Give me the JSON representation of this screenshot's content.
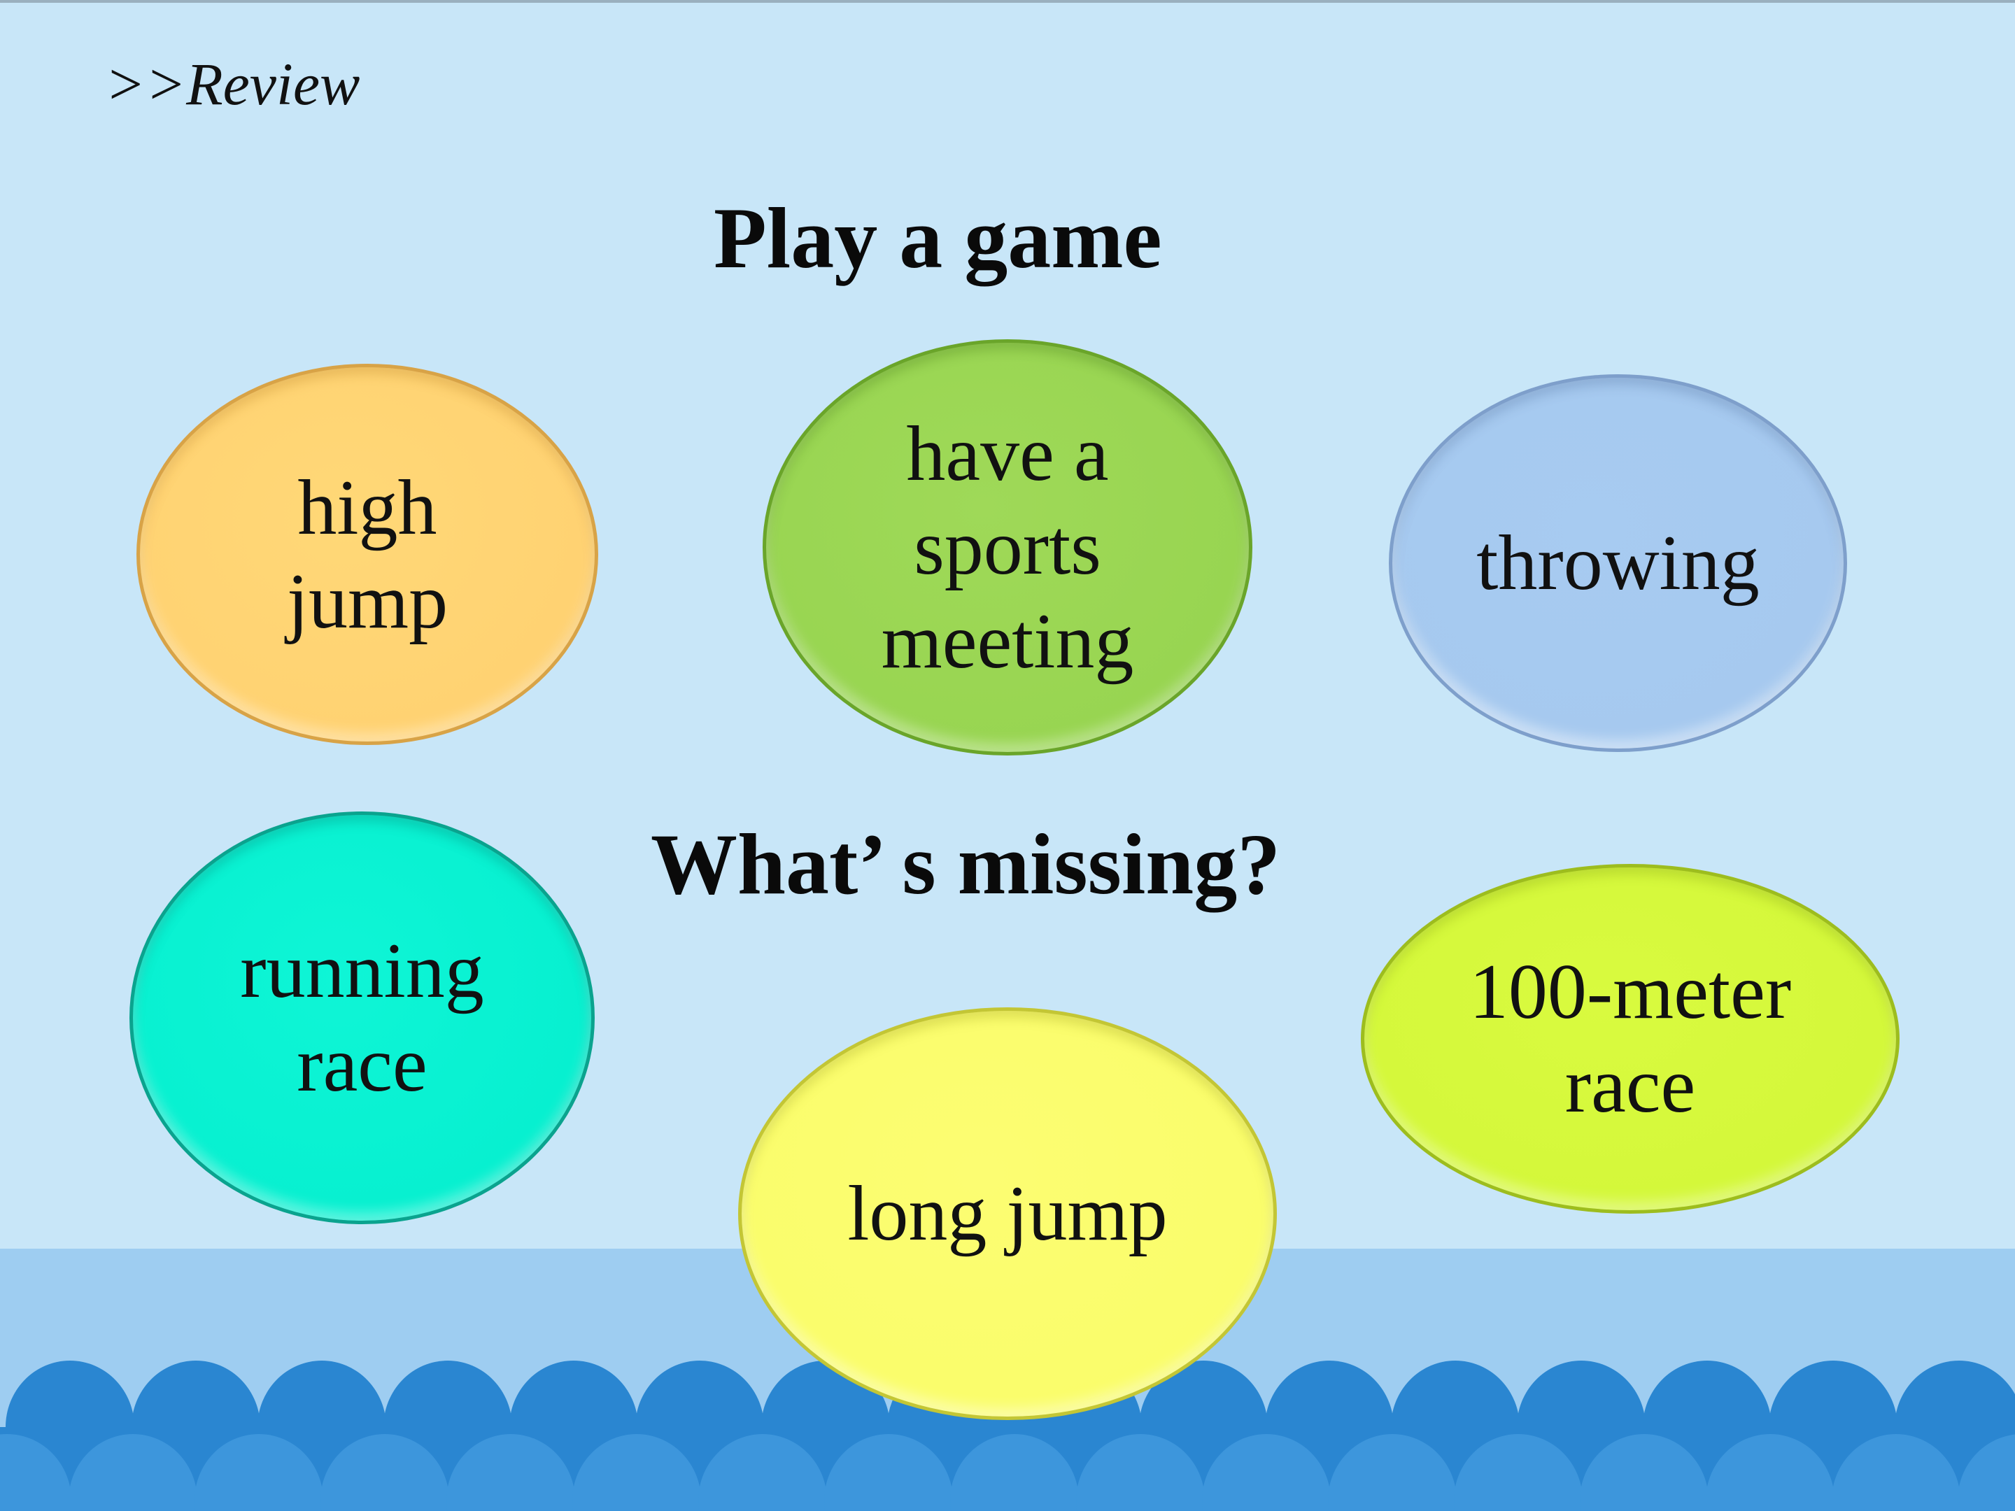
{
  "slide": {
    "section_label": ">>Review",
    "title": "Play a game",
    "question": "What’ s missing?"
  },
  "bubbles": [
    {
      "id": "high-jump",
      "text": "high\njump",
      "color": "#ffd272"
    },
    {
      "id": "sports-meeting",
      "text": "have a\nsports\nmeeting",
      "color": "#98d551"
    },
    {
      "id": "throwing",
      "text": "throwing",
      "color": "#a6c9ef"
    },
    {
      "id": "running-race",
      "text": "running\nrace",
      "color": "#07f0d0"
    },
    {
      "id": "long-jump",
      "text": "long jump",
      "color": "#fafd6b"
    },
    {
      "id": "100-meter-race",
      "text": "100-meter\n race",
      "color": "#d4f83a"
    }
  ],
  "colors": {
    "background": "#c8e6f8",
    "water": "#9ecdf1",
    "waves": "#2a86d1"
  }
}
